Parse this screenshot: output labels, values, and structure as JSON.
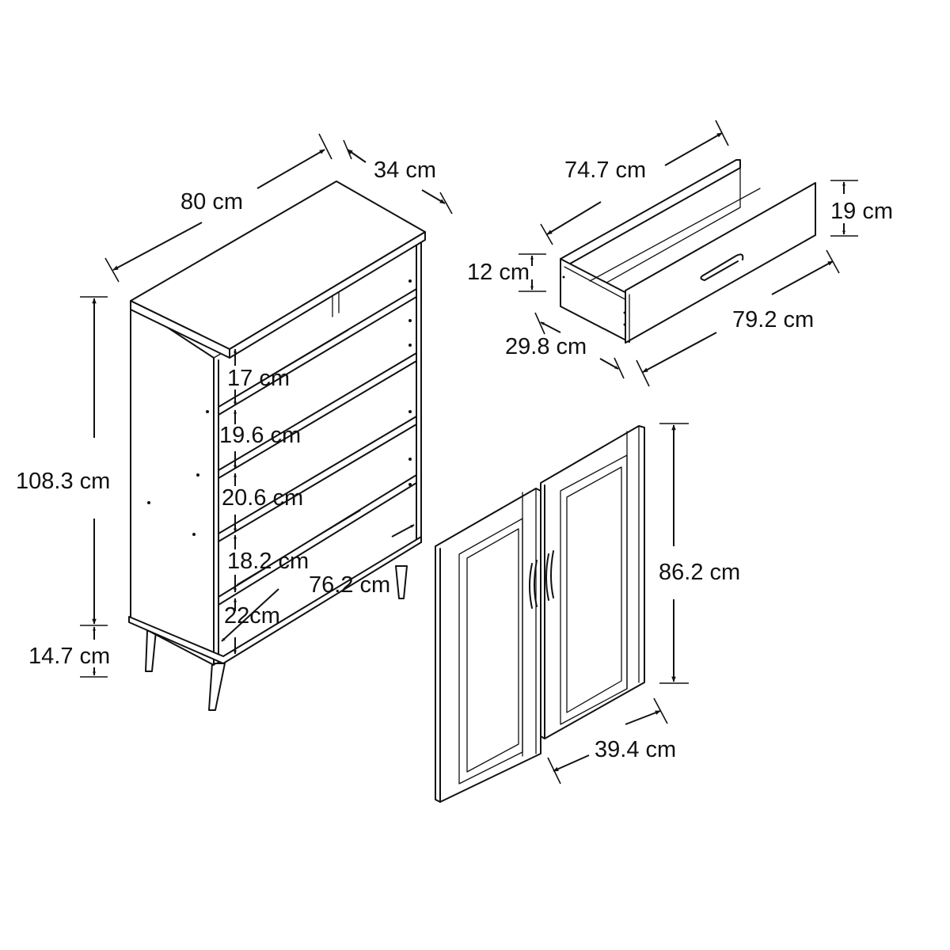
{
  "colors": {
    "line": "#111111",
    "background": "#ffffff"
  },
  "bookcase": {
    "width": "80 cm",
    "depth": "34 cm",
    "height": "108.3 cm",
    "leg_height": "14.7 cm",
    "shelf_1": "17 cm",
    "shelf_2": "19.6 cm",
    "shelf_3": "20.6 cm",
    "shelf_4": "18.2 cm",
    "shelf_5": "22cm",
    "inner_width": "76.2 cm"
  },
  "drawer": {
    "inner_width": "74.7 cm",
    "front_height": "19 cm",
    "box_height": "12 cm",
    "front_width": "79.2 cm",
    "depth": "29.8 cm"
  },
  "doors": {
    "height": "86.2 cm",
    "width": "39.4 cm"
  }
}
